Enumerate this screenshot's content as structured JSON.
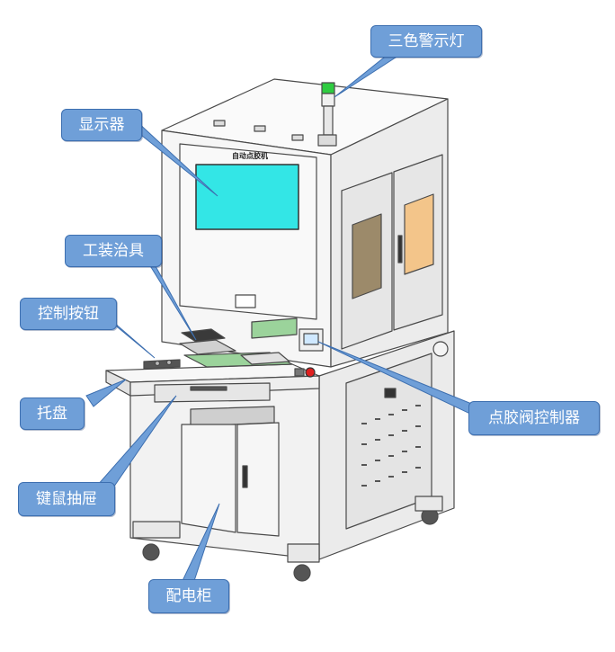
{
  "machine": {
    "name_plate": "自动点胶机"
  },
  "callouts": {
    "tower_light": "三色警示灯",
    "display": "显示器",
    "fixture": "工装治具",
    "control_buttons": "控制按钮",
    "tray": "托盘",
    "keyboard_drawer": "键鼠抽屉",
    "electrical_cabinet": "配电柜",
    "dispense_controller": "点胶阀控制器"
  },
  "colors": {
    "callout_fill": "#6f9fd8",
    "callout_border": "#3d6fb0",
    "screen": "#33e6e6",
    "window": "#f3c58a",
    "rail": "#9bd39b",
    "tower_green": "#2ecc40",
    "e_stop": "#e02020"
  }
}
